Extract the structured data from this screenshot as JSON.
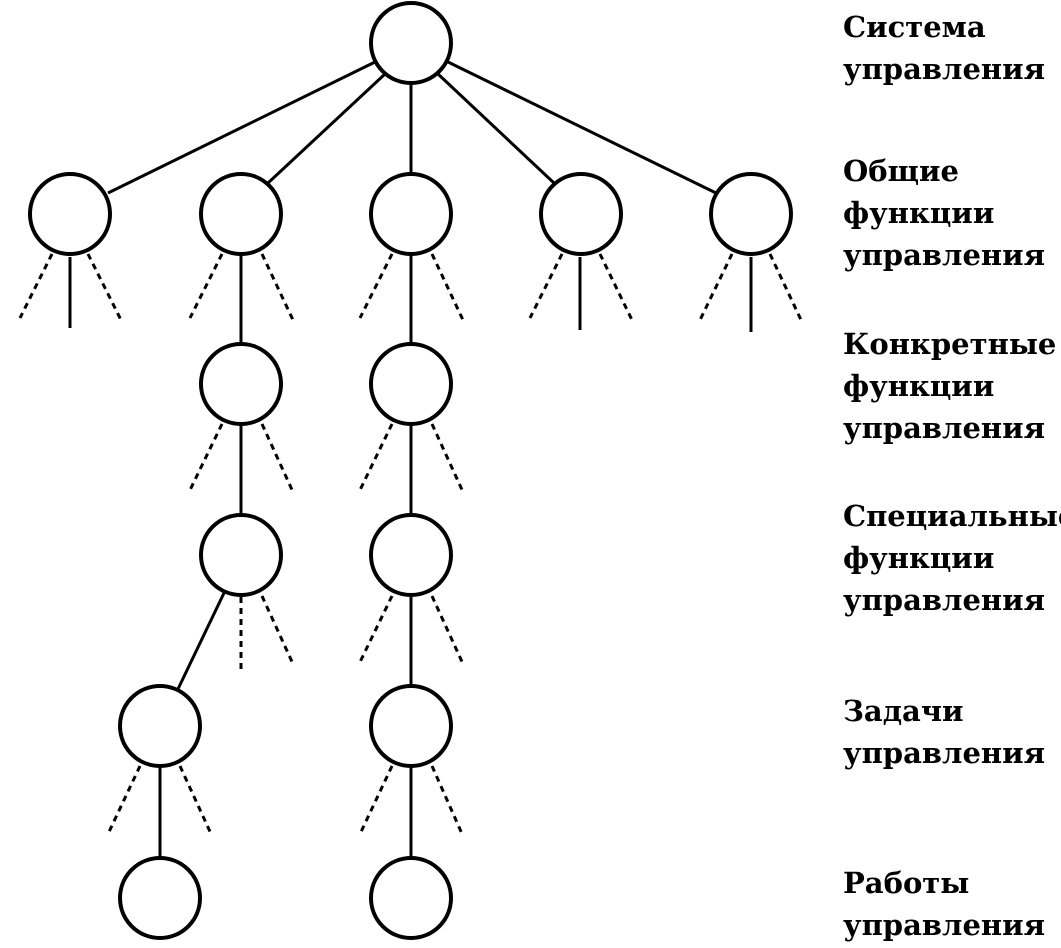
{
  "levels": [
    {
      "lines": [
        "Система",
        "управления"
      ]
    },
    {
      "lines": [
        "Общие",
        "функции",
        "управления"
      ]
    },
    {
      "lines": [
        "Конкретные",
        "функции",
        "управления"
      ]
    },
    {
      "lines": [
        "Специальные",
        "функции",
        "управления"
      ]
    },
    {
      "lines": [
        "Задачи",
        "управления"
      ]
    },
    {
      "lines": [
        "Работы",
        "управления"
      ]
    }
  ],
  "colors": {
    "stroke": "#000000",
    "background": "#ffffff"
  }
}
